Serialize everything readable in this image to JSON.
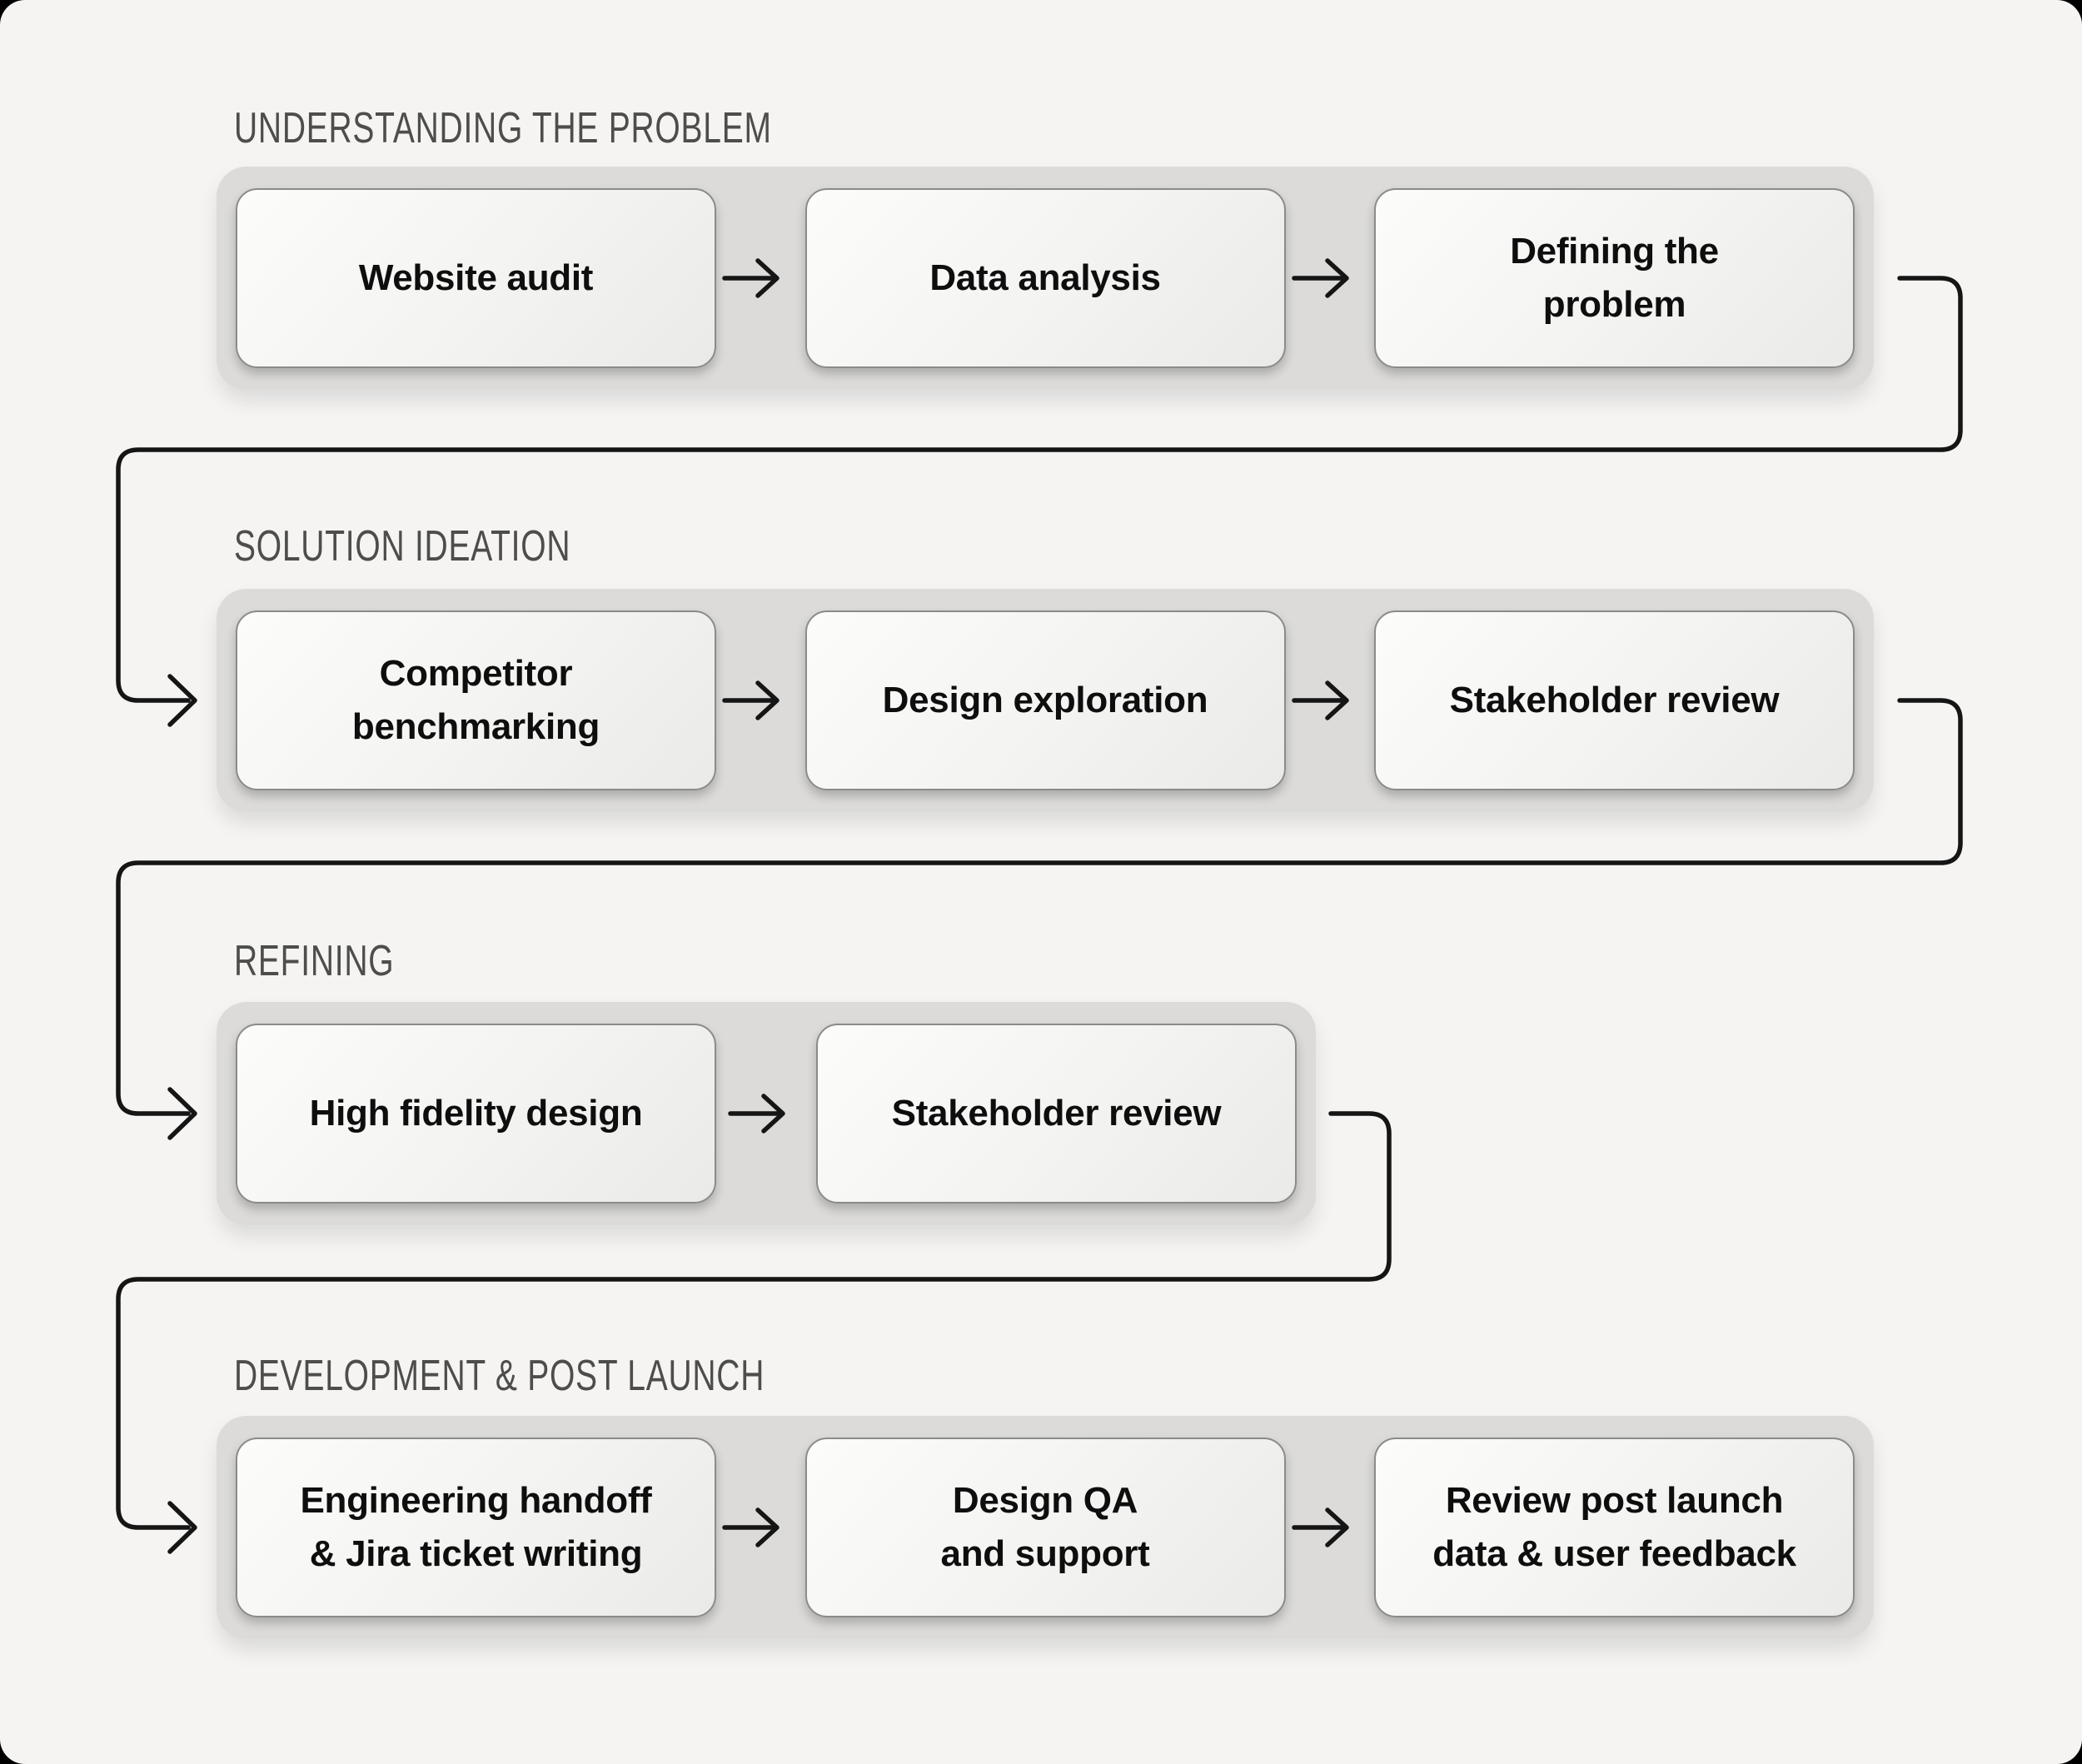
{
  "diagram": {
    "type": "flowchart",
    "colors": {
      "outer_background": "#000000",
      "canvas": "#f5f4f3",
      "phase_panel": "#dcdbd9",
      "card_face": "#f5f4f2",
      "card_border": "#8b8b89",
      "card_text": "#0e0e0e",
      "phase_title_text": "#4d4d4b",
      "connector_line": "#151515"
    },
    "icons": {
      "step_arrow": "right-arrow-icon",
      "connector_arrow": "right-arrow-icon"
    },
    "sections": [
      {
        "title": "UNDERSTANDING THE PROBLEM",
        "steps": [
          {
            "label": "Website audit"
          },
          {
            "label": "Data analysis"
          },
          {
            "label": "Defining the\nproblem"
          }
        ]
      },
      {
        "title": "SOLUTION IDEATION",
        "steps": [
          {
            "label": "Competitor\nbenchmarking"
          },
          {
            "label": "Design exploration"
          },
          {
            "label": "Stakeholder review"
          }
        ]
      },
      {
        "title": "REFINING",
        "steps": [
          {
            "label": "High fidelity design"
          },
          {
            "label": "Stakeholder review"
          }
        ]
      },
      {
        "title": "DEVELOPMENT & POST LAUNCH",
        "steps": [
          {
            "label": "Engineering handoff\n& Jira ticket writing"
          },
          {
            "label": "Design QA\nand support"
          },
          {
            "label": "Review post launch\ndata & user feedback"
          }
        ]
      }
    ]
  }
}
